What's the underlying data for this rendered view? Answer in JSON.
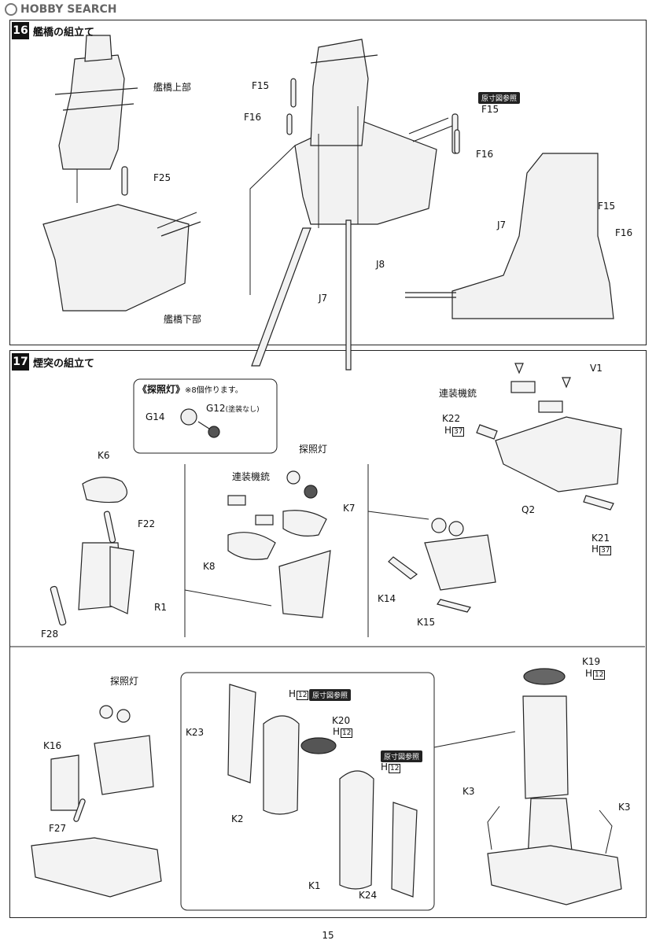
{
  "header": {
    "brand": "HOBBY SEARCH"
  },
  "step16": {
    "number": "16",
    "title": "艦橋の組立て",
    "labels": {
      "upper": "艦橋上部",
      "lower": "艦橋下部",
      "f25": "F25",
      "f15a": "F15",
      "f16a": "F16",
      "ref": "原寸図参照",
      "f15b": "F15",
      "f16b": "F16",
      "j8": "J8",
      "j7a": "J7",
      "j7b": "J7",
      "f15c": "F15",
      "f16c": "F16"
    }
  },
  "step17": {
    "number": "17",
    "title": "煙突の組立て",
    "searchlight_box": {
      "title": "《探照灯》",
      "note": "※8個作ります。",
      "g14": "G14",
      "g12": "G12",
      "g12_note": "(塗装なし)"
    },
    "labels": {
      "k6": "K6",
      "f22": "F22",
      "r1": "R1",
      "f28": "F28",
      "searchlight": "探照灯",
      "mg": "連装機銃",
      "k7": "K7",
      "k8": "K8",
      "k14": "K14",
      "k15": "K15",
      "v1": "V1",
      "mg2": "連装機銃",
      "k22": "K22",
      "h37a": "H",
      "h37a_num": "37",
      "q2": "Q2",
      "k21": "K21",
      "h37b": "H",
      "h37b_num": "37"
    }
  },
  "lower": {
    "labels": {
      "searchlight": "探照灯",
      "k16": "K16",
      "f27": "F27",
      "k23": "K23",
      "h12a": "H",
      "h12a_num": "12",
      "ref1": "原寸図参照",
      "k20": "K20",
      "h12b": "H",
      "h12b_num": "12",
      "ref2": "原寸図参照",
      "h12c": "H",
      "h12c_num": "12",
      "k2": "K2",
      "k1": "K1",
      "k24": "K24",
      "k19": "K19",
      "h12d": "H",
      "h12d_num": "12",
      "k3a": "K3",
      "k3b": "K3"
    }
  },
  "page_number": "15"
}
